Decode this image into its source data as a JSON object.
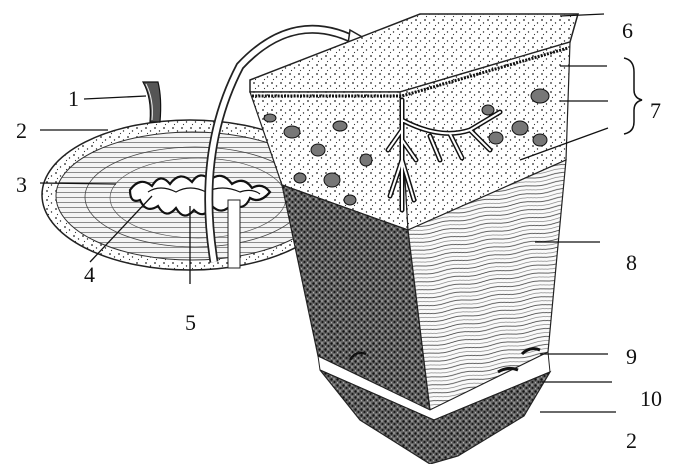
{
  "labels": {
    "n1": "1",
    "n2_left": "2",
    "n3": "3",
    "n4": "4",
    "n5": "5",
    "n6": "6",
    "n7": "7",
    "n8": "8",
    "n9": "9",
    "n10": "10",
    "n2_right": "2"
  },
  "colors": {
    "ink": "#1a1a1a",
    "paper": "#ffffff",
    "tissue_dark": "#3a3a3a"
  }
}
